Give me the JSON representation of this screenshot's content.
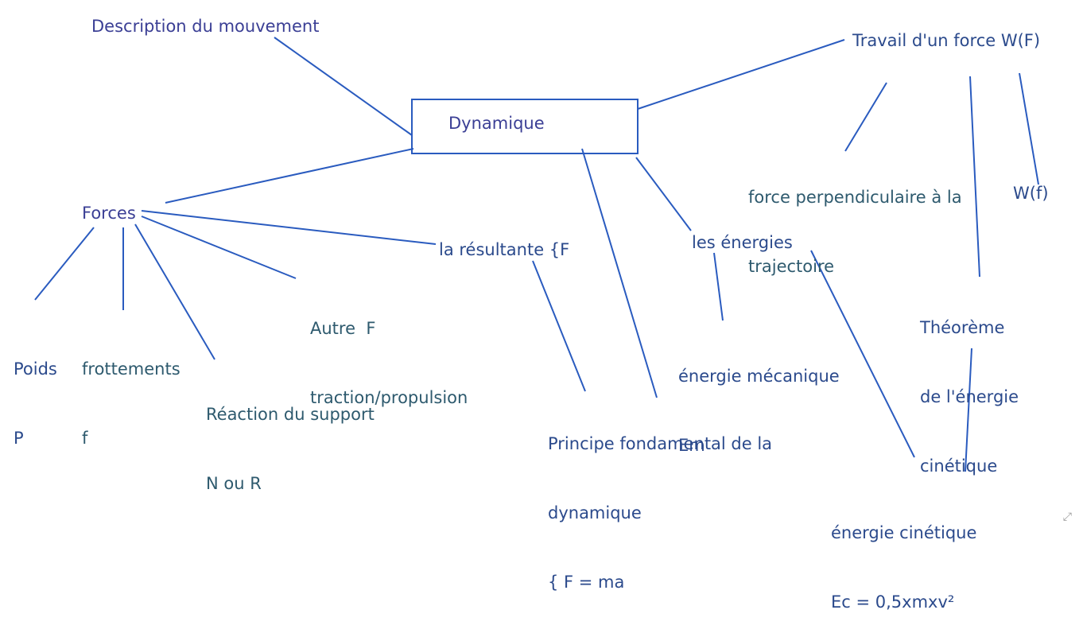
{
  "diagram": {
    "root": "Dynamique",
    "nodes": {
      "description": "Description du mouvement",
      "travail": "Travail d'un force W(F)",
      "force_perp_1": "force perpendiculaire à la",
      "force_perp_2": "trajectoire",
      "wf": "W(f)",
      "forces": "Forces",
      "resultante": "la résultante {F",
      "energies": "les énergies",
      "theoreme_1": "Théorème",
      "theoreme_2": "de l'énergie",
      "theoreme_3": "cinétique",
      "autre_1": "Autre  F",
      "autre_2": "traction/propulsion",
      "poids_1": "Poids",
      "poids_2": "P",
      "frottements_1": "frottements",
      "frottements_2": "f",
      "reaction_1": "Réaction du support",
      "reaction_2": "N ou R",
      "em_1": "énergie mécanique",
      "em_2": "Em",
      "pfd_1": "Principe fondamental de la",
      "pfd_2": "dynamique",
      "pfd_3": "{ F = ma",
      "ec_1": "énergie cinétique",
      "ec_2": "Ec = 0,5xmxv²"
    },
    "colors": {
      "line": "#2a5bbf",
      "box": "#2a5bbf"
    }
  }
}
